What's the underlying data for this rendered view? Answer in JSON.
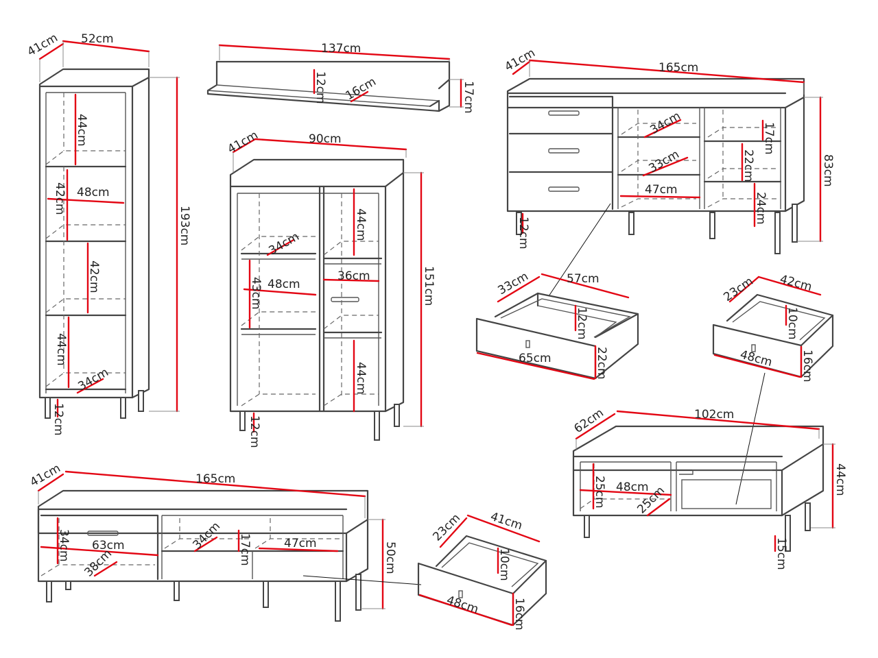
{
  "colors": {
    "dimension_line": "#e30613",
    "outline": "#444444",
    "dashed": "#666666",
    "background": "#ffffff"
  },
  "unit": "cm",
  "tall_cabinet": {
    "depth": "41",
    "width": "52",
    "height": "193",
    "leg": "12",
    "shelf1": "44",
    "shelf2_h": "42",
    "shelf2_w": "48",
    "shelf3": "42",
    "shelf4_h": "44",
    "shelf4_d": "34"
  },
  "wall_shelf": {
    "width": "137",
    "height": "17",
    "inner_h": "12",
    "inner_d": "16"
  },
  "vitrine": {
    "depth": "41",
    "width": "90",
    "height": "151",
    "leg": "12",
    "top_right": "44",
    "left_depth": "34",
    "left_w": "48",
    "left_h": "43",
    "drawer_w": "36",
    "bottom_right": "44"
  },
  "sideboard": {
    "depth": "41",
    "width": "165",
    "height": "83",
    "leg": "12",
    "compartment_depth": "34",
    "compartment_depth2": "33",
    "compartment_w": "47",
    "right_h1": "17",
    "right_h2": "22",
    "right_h3": "24"
  },
  "sideboard_drawer": {
    "depth": "33",
    "width": "57",
    "inner_h": "12",
    "front_w": "65",
    "front_h": "22"
  },
  "small_drawer_right": {
    "depth": "23",
    "width": "42",
    "inner_h": "10",
    "front_w": "48",
    "front_h": "16"
  },
  "coffee_table": {
    "depth": "62",
    "width": "102",
    "height": "44",
    "leg": "15",
    "shelf_h": "25",
    "shelf_w": "48",
    "shelf_d": "25"
  },
  "tv_stand": {
    "depth": "41",
    "width": "165",
    "height": "50",
    "left_h": "34",
    "left_w": "63",
    "left_d": "38",
    "mid_d": "34",
    "mid_h": "17",
    "right_w": "47"
  },
  "tv_drawer": {
    "depth": "23",
    "width": "41",
    "inner_h": "10",
    "front_w": "48",
    "front_h": "16"
  }
}
